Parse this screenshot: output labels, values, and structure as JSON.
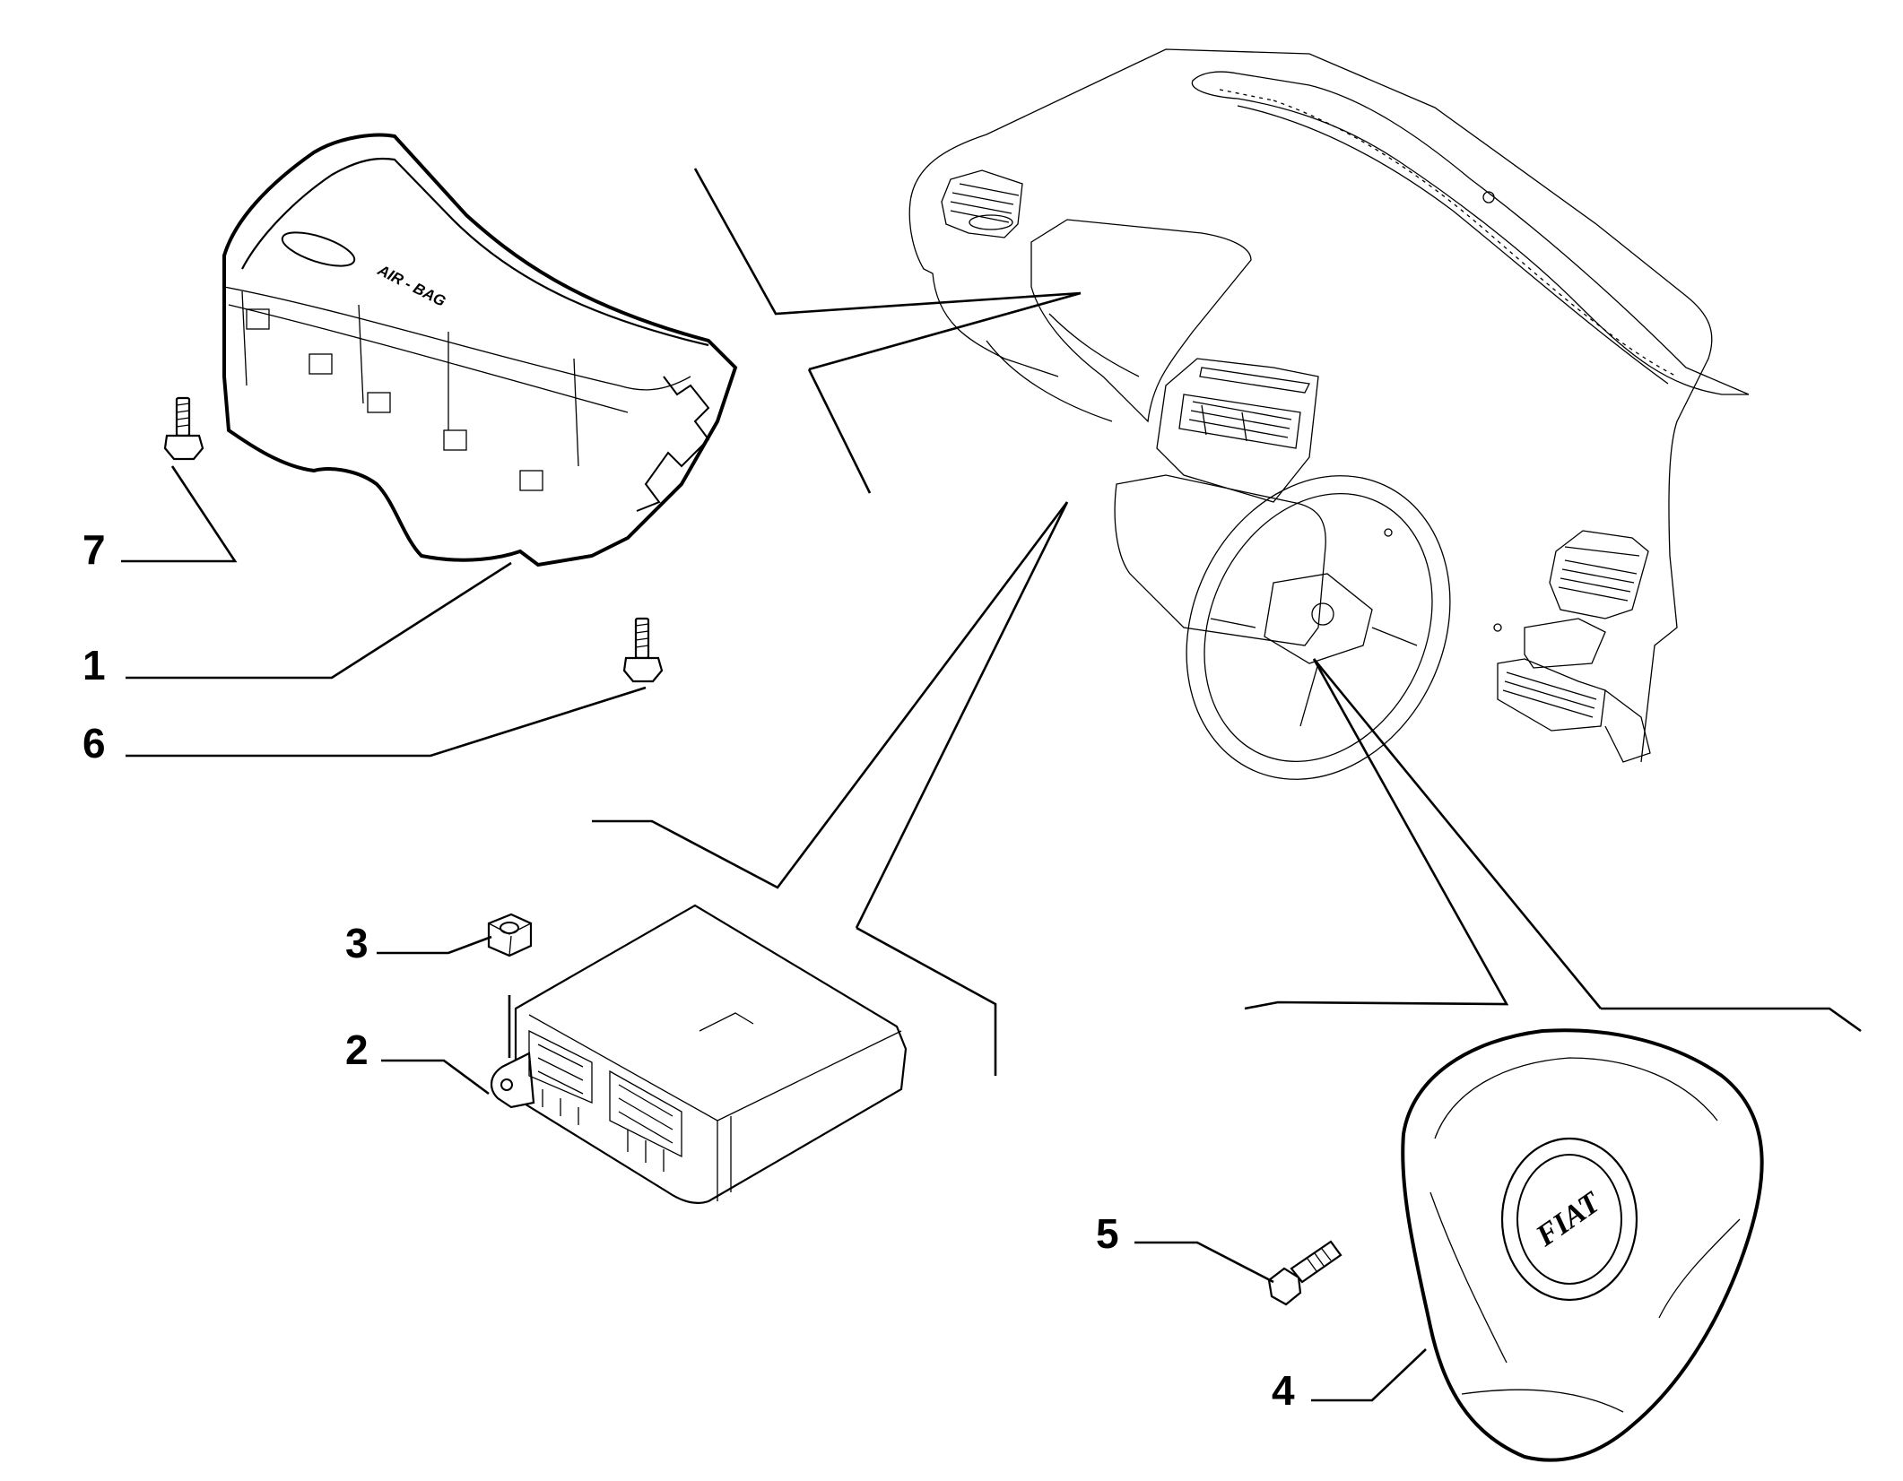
{
  "diagram": {
    "callouts": [
      {
        "id": "1",
        "label": "1"
      },
      {
        "id": "2",
        "label": "2"
      },
      {
        "id": "3",
        "label": "3"
      },
      {
        "id": "4",
        "label": "4"
      },
      {
        "id": "5",
        "label": "5"
      },
      {
        "id": "6",
        "label": "6"
      },
      {
        "id": "7",
        "label": "7"
      }
    ],
    "passenger_airbag_marking": "AIR - BAG",
    "steering_wheel_logo": "FIAT",
    "colors": {
      "ink": "#000000",
      "paper": "#ffffff"
    }
  }
}
